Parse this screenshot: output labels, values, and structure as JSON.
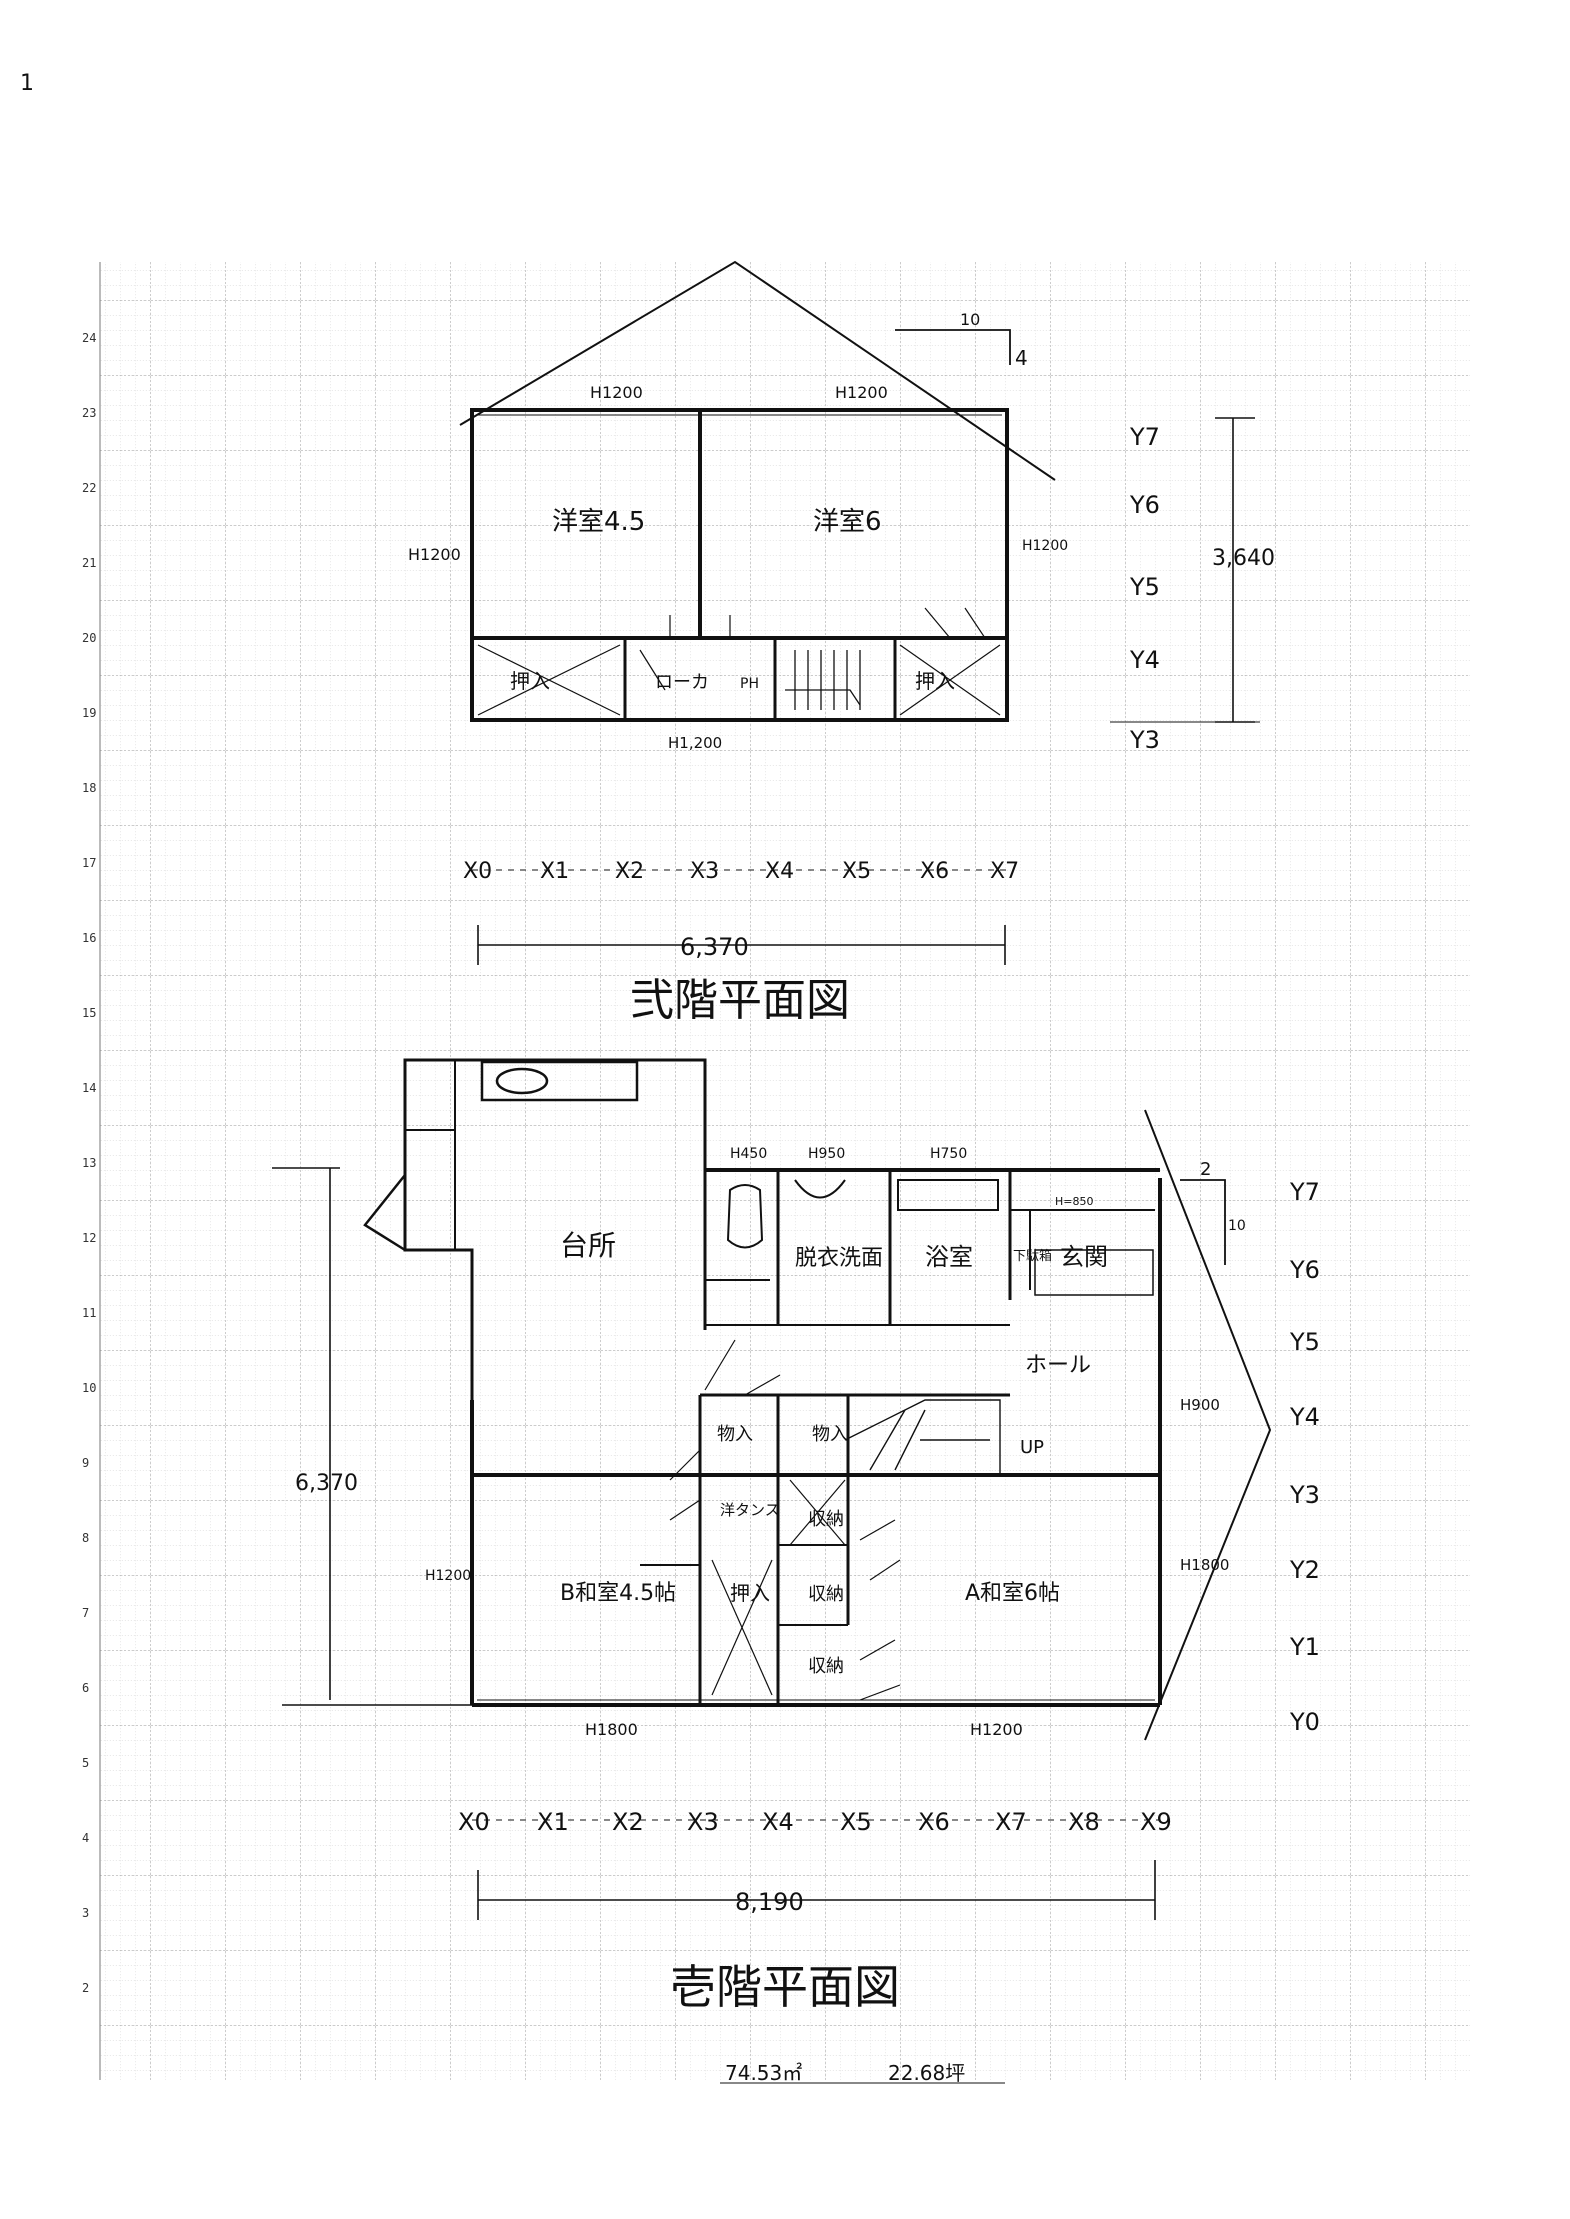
{
  "page_marks": {
    "corner_mark": "1"
  },
  "grid": {
    "row_numbers": [
      "24",
      "23",
      "22",
      "21",
      "20",
      "19",
      "18",
      "17",
      "16",
      "15",
      "14",
      "13",
      "12",
      "11",
      "10",
      "9",
      "8",
      "7",
      "6",
      "5",
      "4",
      "3",
      "2"
    ]
  },
  "second_floor": {
    "title": "弐階平面図",
    "rooms": {
      "western_4_5": "洋室4.5",
      "western_6": "洋室6",
      "closet_left": "押入",
      "corridor": "ローカ",
      "ps": "PH",
      "closet_right": "押入"
    },
    "openings": {
      "top_left": "H1200",
      "top_right": "H1200",
      "left": "H1200",
      "right": "H1200",
      "bottom": "H1,200"
    },
    "roof_pitch": {
      "run": "10",
      "rise": "4"
    },
    "axes_x": [
      "X0",
      "X1",
      "X2",
      "X3",
      "X4",
      "X5",
      "X6",
      "X7"
    ],
    "axes_y": [
      "Y7",
      "Y6",
      "Y5",
      "Y4",
      "Y3"
    ],
    "width_dim": "6,370",
    "height_dim": "3,640"
  },
  "first_floor": {
    "title": "壱階平面図",
    "rooms": {
      "kitchen": "台所",
      "washroom": "脱衣洗面",
      "bath": "浴室",
      "shoe_box": "下駄箱",
      "entrance": "玄関",
      "hall": "ホール",
      "storage_1": "物入",
      "storage_2": "物入",
      "up": "UP",
      "wardrobe": "洋タンス",
      "closet": "押入",
      "storage_a": "収納",
      "storage_b": "収納",
      "storage_c": "収納",
      "room_b": "B和室4.5帖",
      "room_a": "A和室6帖"
    },
    "openings": {
      "toilet": "H450",
      "washroom": "H950",
      "bath": "H750",
      "entrance_top": "H=850",
      "hall_right": "H900",
      "right": "H1800",
      "left": "H1200",
      "bottom_left": "H1800",
      "bottom_right": "H1200"
    },
    "roof_pitch": {
      "run": "2",
      "rise": "10"
    },
    "axes_x": [
      "X0",
      "X1",
      "X2",
      "X3",
      "X4",
      "X5",
      "X6",
      "X7",
      "X8",
      "X9"
    ],
    "axes_y": [
      "Y7",
      "Y6",
      "Y5",
      "Y4",
      "Y3",
      "Y2",
      "Y1",
      "Y0"
    ],
    "width_dim": "8,190",
    "height_dim": "6,370"
  },
  "footer": {
    "area_sqm": "74.53㎡",
    "area_tsubo": "22.68坪"
  }
}
